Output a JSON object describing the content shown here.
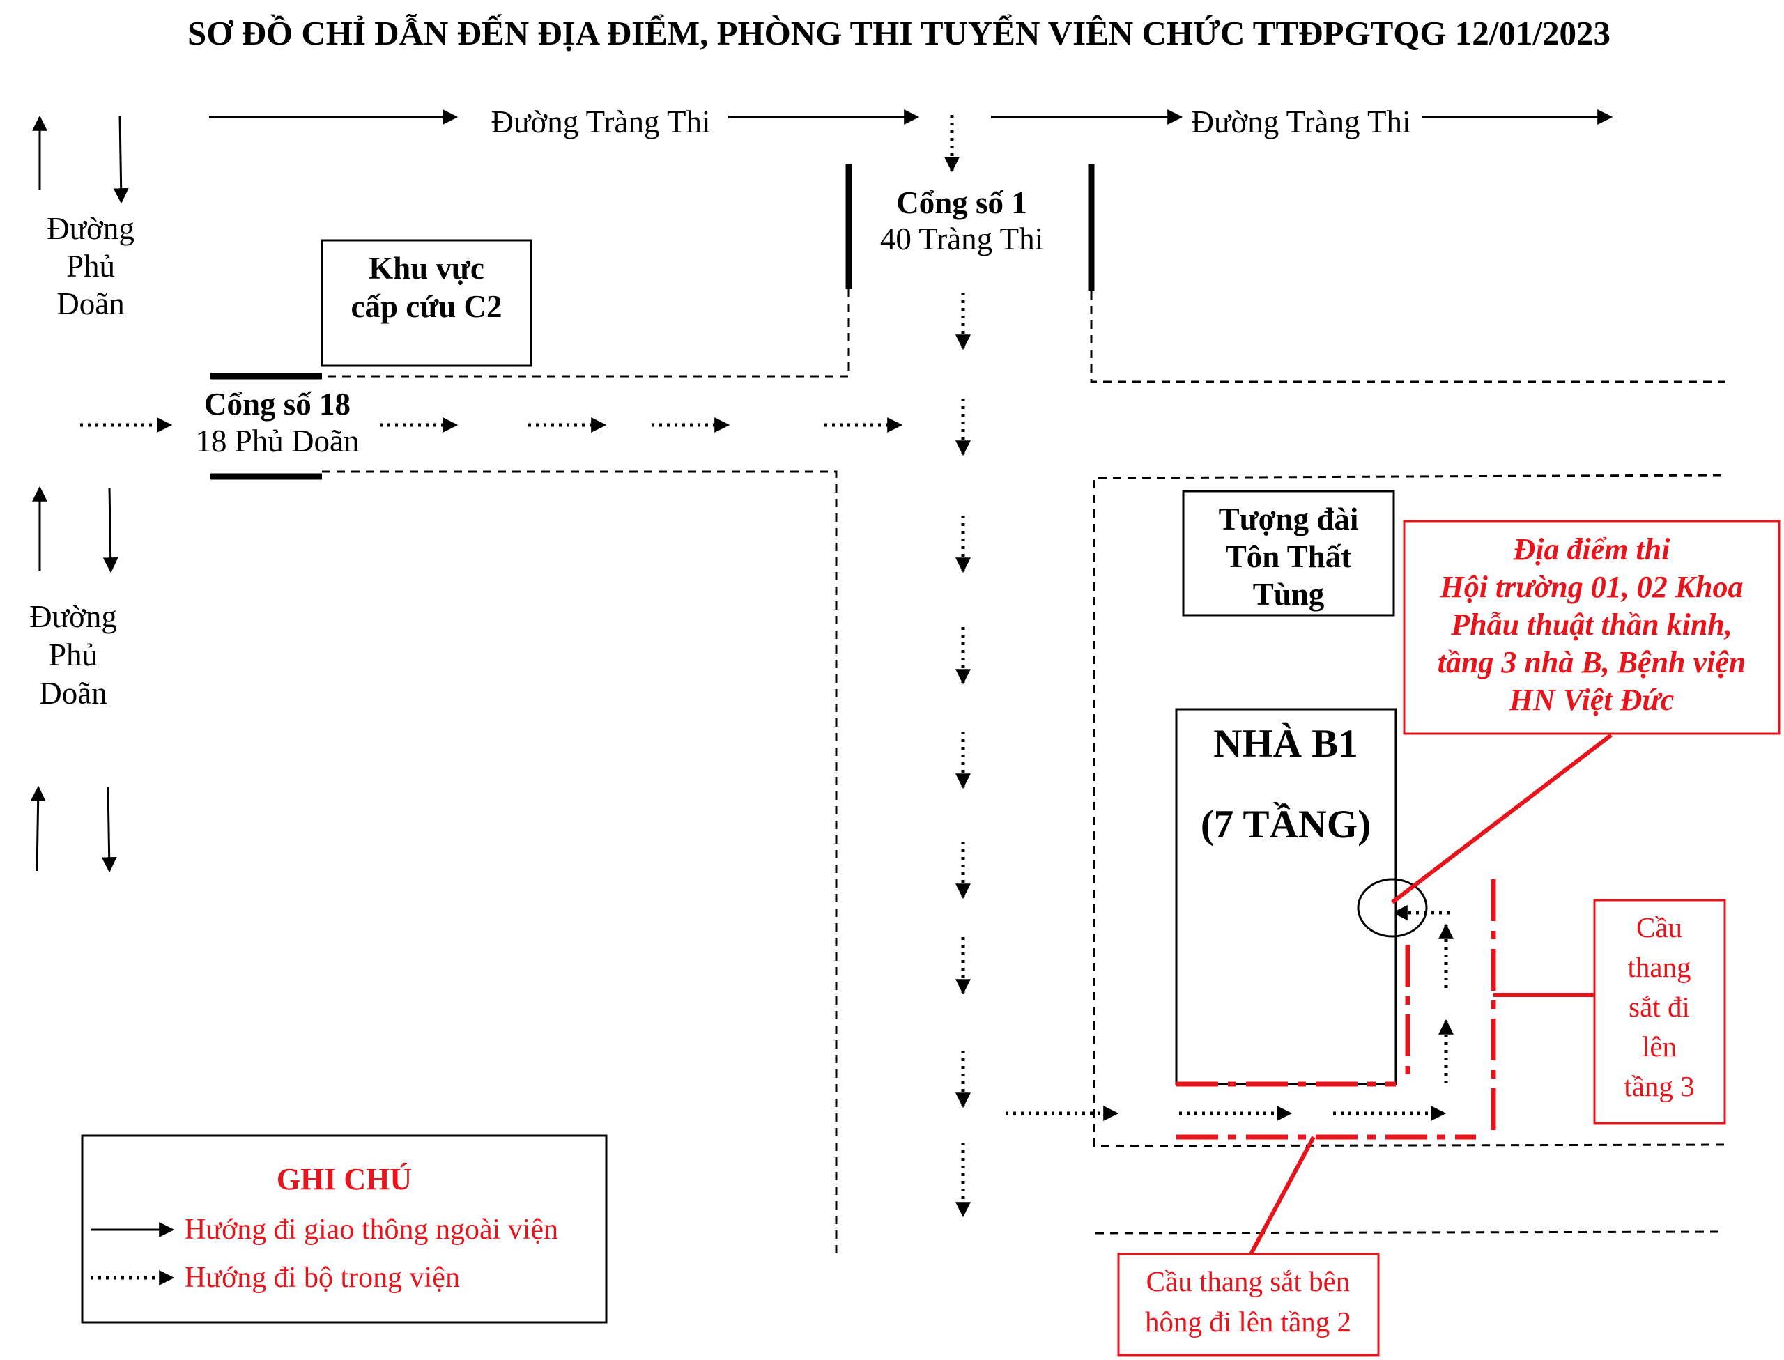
{
  "title": "SƠ ĐỒ CHỈ DẪN ĐẾN ĐỊA ĐIỂM, PHÒNG THI TUYỂN VIÊN CHỨC TTĐPGTQG 12/01/2023",
  "streets": {
    "trang_thi_left": "Đường Tràng Thi",
    "trang_thi_right": "Đường Tràng Thi",
    "phu_doan_upper": [
      "Đường",
      "Phủ",
      "Doãn"
    ],
    "phu_doan_lower": [
      "Đường",
      "Phủ",
      "Doãn"
    ]
  },
  "gates": {
    "gate1": {
      "name": "Cổng số 1",
      "address": "40 Tràng Thi"
    },
    "gate18": {
      "name": "Cổng số 18",
      "address": "18 Phủ Doãn"
    }
  },
  "places": {
    "emergency": [
      "Khu vực",
      "cấp cứu C2"
    ],
    "statue": [
      "Tượng đài",
      "Tôn Thất",
      "Tùng"
    ],
    "building": [
      "NHÀ B1",
      "(7 TẦNG)"
    ]
  },
  "callouts": {
    "exam_location": [
      "Địa điểm thi",
      "Hội trường 01, 02 Khoa",
      "Phẫu thuật thần kinh,",
      "tầng 3 nhà B, Bệnh viện",
      "HN Việt Đức"
    ],
    "stairs_floor3": [
      "Cầu",
      "thang",
      "sắt đi",
      "lên",
      "tầng 3"
    ],
    "stairs_floor2": [
      "Cầu thang sắt  bên",
      "hông đi lên tầng 2"
    ]
  },
  "legend": {
    "heading": "GHI CHÚ",
    "vehicle": "Hướng đi giao thông ngoài viện",
    "walking": "Hướng đi bộ trong viện"
  },
  "colors": {
    "red": "#e8141b",
    "black": "#000000"
  }
}
